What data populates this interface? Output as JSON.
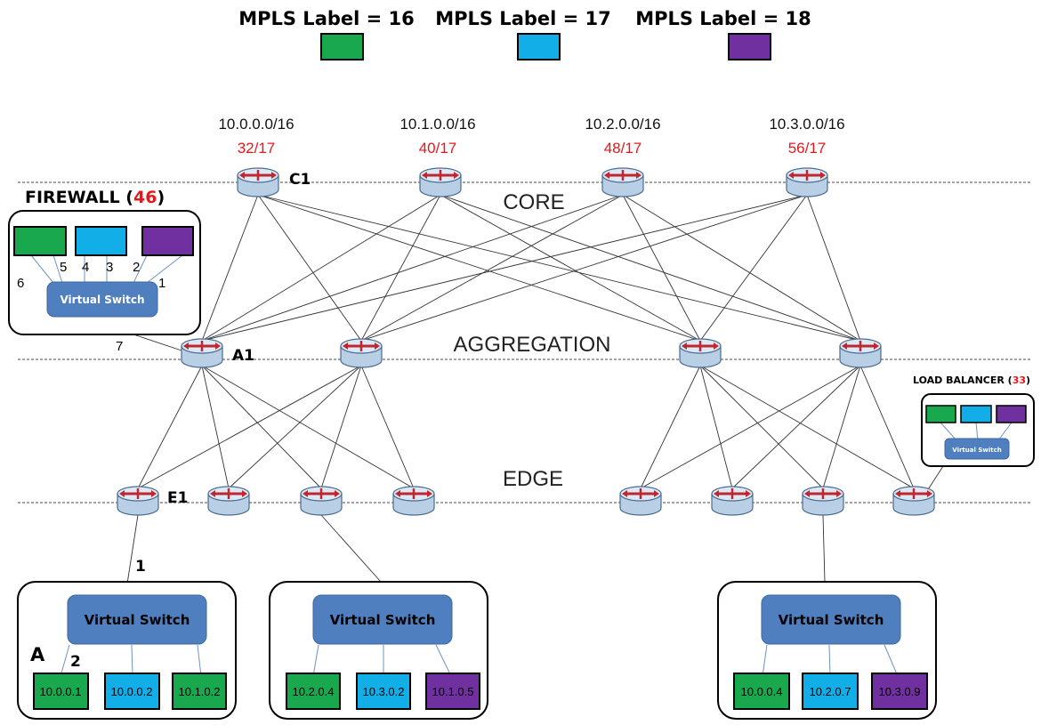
{
  "legend": [
    {
      "label": "MPLS Label = 16",
      "color": "#1aa84f"
    },
    {
      "label": "MPLS Label = 17",
      "color": "#12aee8"
    },
    {
      "label": "MPLS Label = 18",
      "color": "#7030a0"
    }
  ],
  "colors": {
    "green": "#1aa84f",
    "blue": "#12aee8",
    "purple": "#7030a0",
    "vswitch": "#4f7fbf",
    "router_body": "#dce9f5",
    "router_arrow": "#c0262d",
    "label_red": "#e8161b"
  },
  "layers": {
    "core": "CORE",
    "aggregation": "AGGREGATION",
    "edge": "EDGE"
  },
  "core_routers": [
    {
      "prefix": "10.0.0.0/16",
      "label": "32/17",
      "name": "C1"
    },
    {
      "prefix": "10.1.0.0/16",
      "label": "40/17",
      "name": ""
    },
    {
      "prefix": "10.2.0.0/16",
      "label": "48/17",
      "name": ""
    },
    {
      "prefix": "10.3.0.0/16",
      "label": "56/17",
      "name": ""
    }
  ],
  "aggregation_routers": [
    {
      "name": "A1"
    },
    {
      "name": ""
    },
    {
      "name": ""
    },
    {
      "name": ""
    }
  ],
  "edge_routers": [
    {
      "name": "E1"
    },
    {
      "name": ""
    },
    {
      "name": ""
    },
    {
      "name": ""
    },
    {
      "name": ""
    },
    {
      "name": ""
    },
    {
      "name": ""
    },
    {
      "name": ""
    }
  ],
  "firewall": {
    "title": "FIREWALL (",
    "number": "46",
    "close": ")",
    "switch_label": "Virtual Switch",
    "ports": [
      "6",
      "5",
      "4",
      "3",
      "2",
      "1"
    ],
    "uplink_port": "7"
  },
  "load_balancer": {
    "title": "LOAD BALANCER (",
    "number": "33",
    "close": ")",
    "switch_label": "Virtual Switch"
  },
  "host_groups": [
    {
      "name": "A",
      "switch_label": "Virtual Switch",
      "uplink_port": "1",
      "vm_port": "2",
      "vms": [
        {
          "ip": "10.0.0.1",
          "color": "green"
        },
        {
          "ip": "10.0.0.2",
          "color": "blue"
        },
        {
          "ip": "10.1.0.2",
          "color": "green"
        }
      ]
    },
    {
      "name": "",
      "switch_label": "Virtual Switch",
      "uplink_port": "",
      "vm_port": "",
      "vms": [
        {
          "ip": "10.2.0.4",
          "color": "green"
        },
        {
          "ip": "10.3.0.2",
          "color": "blue"
        },
        {
          "ip": "10.1.0.5",
          "color": "purple"
        }
      ]
    },
    {
      "name": "",
      "switch_label": "Virtual Switch",
      "uplink_port": "",
      "vm_port": "",
      "vms": [
        {
          "ip": "10.0.0.4",
          "color": "green"
        },
        {
          "ip": "10.2.0.7",
          "color": "blue"
        },
        {
          "ip": "10.3.0.9",
          "color": "purple"
        }
      ]
    }
  ]
}
